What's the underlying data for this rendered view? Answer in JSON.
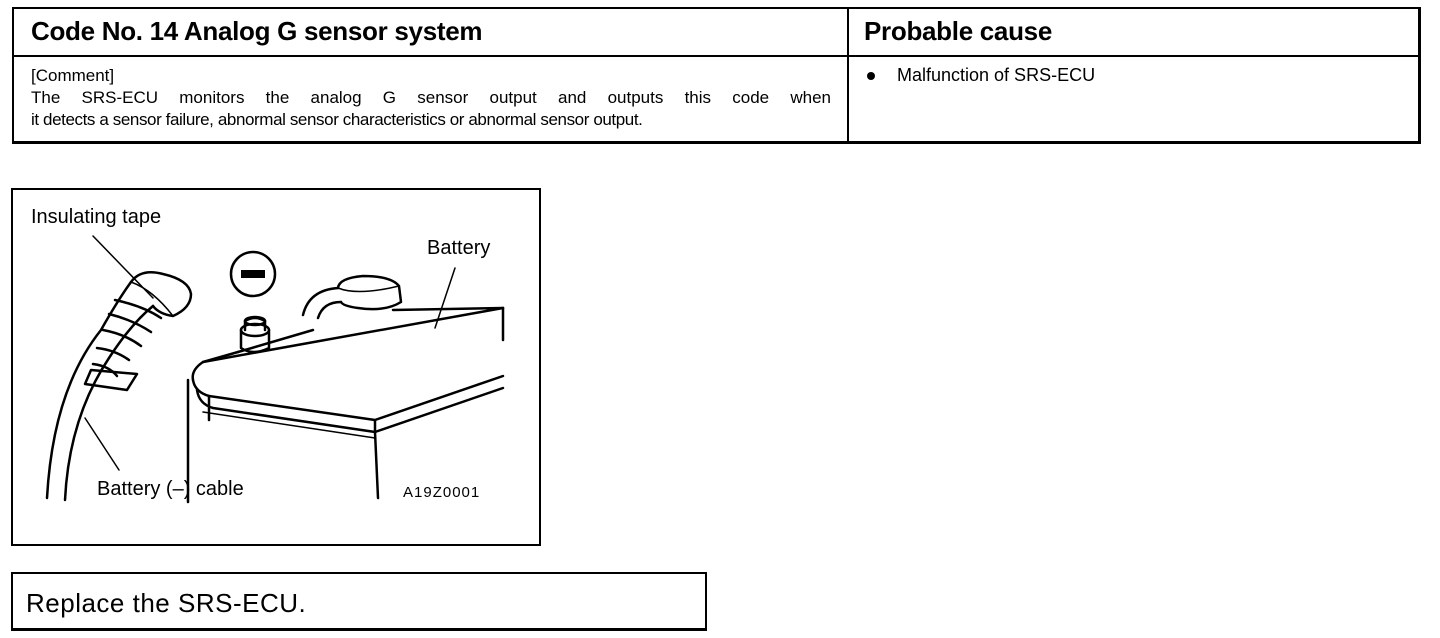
{
  "table": {
    "header_left": "Code No. 14 Analog G sensor system",
    "header_right": "Probable cause",
    "comment_lines": [
      "[Comment]",
      "The SRS-ECU monitors the analog G sensor output and outputs this code when",
      "it detects a sensor failure, abnormal sensor characteristics or abnormal sensor output."
    ],
    "causes": [
      "Malfunction of SRS-ECU"
    ]
  },
  "figure": {
    "label_tape": "Insulating tape",
    "label_battery": "Battery",
    "label_cable": "Battery (–) cable",
    "figure_code": "A19Z0001",
    "terminal_symbol": "minus-symbol"
  },
  "action": {
    "text": "Replace the SRS-ECU."
  }
}
